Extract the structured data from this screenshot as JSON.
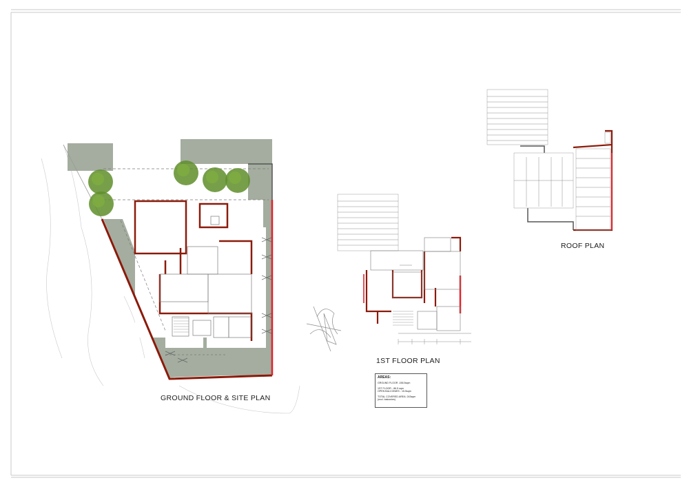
{
  "titles": {
    "ground_floor": "GROUND FLOOR & SITE PLAN",
    "first_floor": "1ST FLOOR PLAN",
    "roof": "ROOF PLAN"
  },
  "areas": {
    "heading": "AREAS:",
    "lines": [
      "GROUND FLOOR -156.5sqm",
      "1ST FLOOR - 86.5 sqm",
      "OPEN BALCONIES - 15.5sqm",
      "TOTAL COVERED AREA: 243sqm",
      "(excl. balconies)"
    ]
  },
  "colors": {
    "wall": "#8b1a0a",
    "red_line": "#e0242b",
    "landscape": "#9fa89a",
    "tree": "#5f8e2a",
    "line": "#8a8a8a"
  }
}
